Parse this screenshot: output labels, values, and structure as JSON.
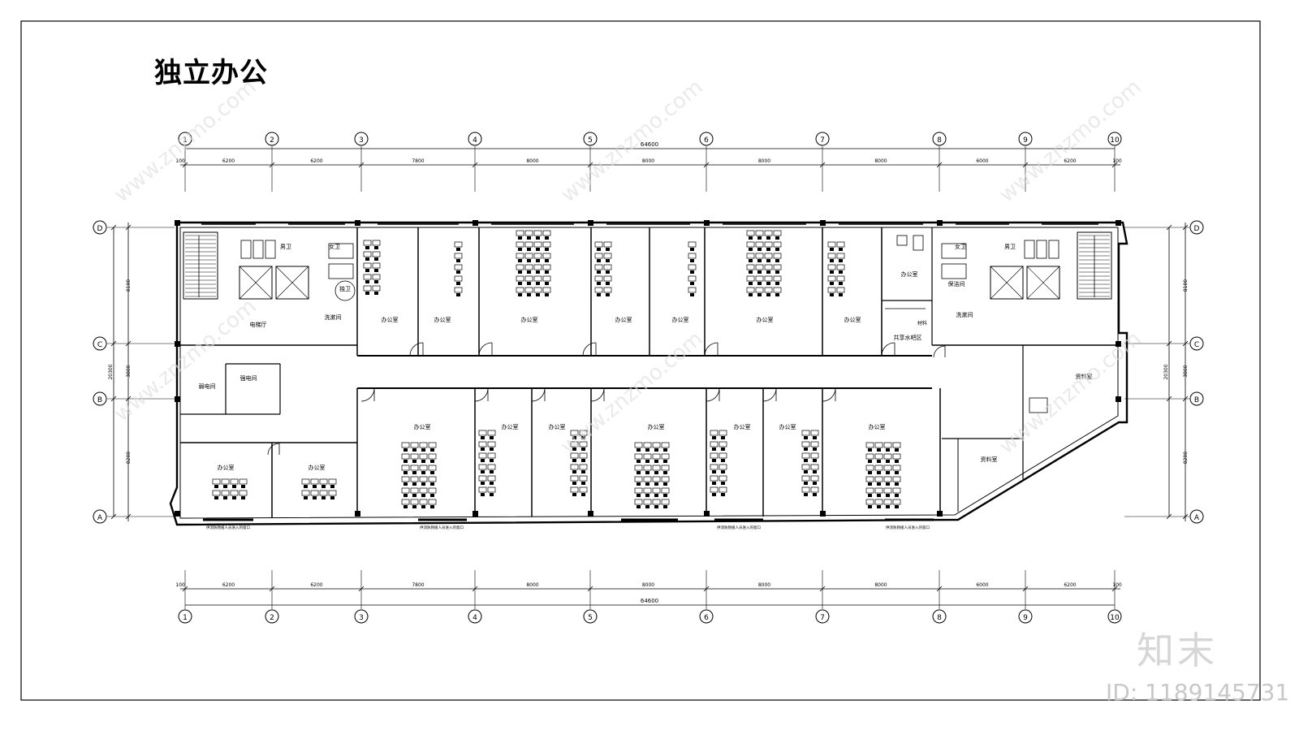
{
  "title": "独立办公",
  "dims": {
    "total": "64600",
    "spans": [
      "6200",
      "6200",
      "7800",
      "8000",
      "8000",
      "8000",
      "8000",
      "6000",
      "6200"
    ],
    "end_small": "100",
    "vertical_total": "20300",
    "vertical_spans": [
      "8100",
      "3800",
      "8200"
    ]
  },
  "grid": {
    "columns": [
      "1",
      "2",
      "3",
      "4",
      "5",
      "6",
      "7",
      "8",
      "9",
      "10"
    ],
    "rows": [
      "D",
      "C",
      "B",
      "A"
    ]
  },
  "rooms": {
    "office": "办公室",
    "elevator_hall": "电梯厅",
    "male_wc": "男卫",
    "female_wc": "女卫",
    "single_wc": "独卫",
    "washroom": "洗漱间",
    "weak_elec": "弱电间",
    "strong_elec": "强电间",
    "cleaning": "保洁间",
    "shared_water_bar": "共享水吧区",
    "material": "材料",
    "archive": "资料室"
  },
  "notes": {
    "rescue_window": "供消防救援人员进入的窗口"
  },
  "watermark": {
    "logo": "知末",
    "id": "ID: 1189145731",
    "site": "www.znzmo.com"
  }
}
